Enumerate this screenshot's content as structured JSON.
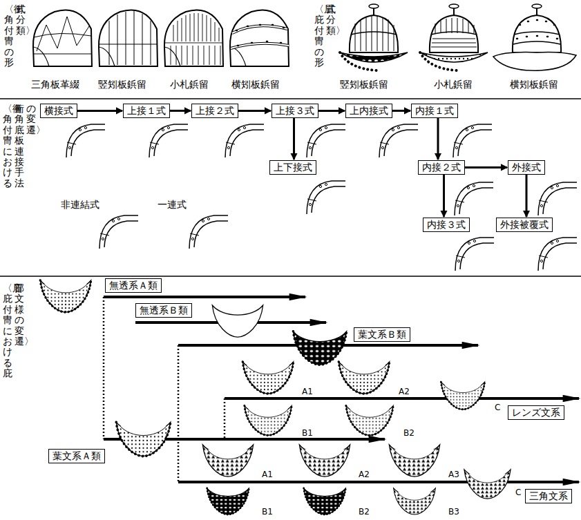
{
  "diagram": {
    "nodes": [
      {
        "text": [
          "横接式"
        ]
      },
      {
        "text": [
          "上接１式"
        ]
      },
      {
        "text": [
          "上接２式"
        ]
      },
      {
        "text": [
          "上接３式"
        ]
      },
      {
        "text": [
          "上内接式"
        ]
      },
      {
        "text": [
          "内接１式"
        ]
      },
      {
        "text": [
          "上下接式"
        ]
      },
      {
        "text": [
          "内接２式"
        ]
      },
      {
        "text": [
          "外接式"
        ]
      },
      {
        "text": [
          "内接３式"
        ]
      },
      {
        "text": [
          "外接被覆式"
        ]
      },
      {
        "text": [
          "無透系Ａ類"
        ]
      },
      {
        "text": [
          "無透系Ｂ類"
        ]
      },
      {
        "text": [
          "葉文系Ｂ類"
        ]
      },
      {
        "text": [
          "レンズ文系"
        ]
      },
      {
        "text": [
          "葉文系Ａ類"
        ]
      },
      {
        "text": [
          "三角文系"
        ]
      }
    ],
    "edges": [
      {
        "from": 0,
        "to": 1,
        "arrow": "to"
      },
      {
        "from": 1,
        "to": 2,
        "arrow": "to"
      },
      {
        "from": 2,
        "to": 3,
        "arrow": "to"
      },
      {
        "from": 3,
        "to": 4,
        "arrow": "to"
      },
      {
        "from": 4,
        "to": 5,
        "arrow": "to"
      },
      {
        "from": 3,
        "to": 6,
        "arrow": "to"
      },
      {
        "from": 5,
        "to": 7,
        "arrow": "to"
      },
      {
        "from": 7,
        "to": 8,
        "arrow": "to"
      },
      {
        "from": 7,
        "to": 9,
        "arrow": "to"
      },
      {
        "from": 8,
        "to": 10,
        "arrow": "to"
      }
    ],
    "labels": [
      "〈衝角付冑の形式分類〉",
      "三角板革綴",
      "竪矧板鋲留",
      "小札鋲留",
      "横矧板鋲留",
      "〈眉庇付冑の形式分類〉",
      "竪矧板鋲留",
      "小札鋲留",
      "横矧板鋲留",
      "〈衝角付冑における衝角底板連接手法の変遷〉",
      "非連結式",
      "一連式",
      "〈眉庇付冑における庇部文様の変遷〉",
      "A1",
      "A2",
      "C",
      "B1",
      "B2",
      "A1",
      "A2",
      "A3",
      "C",
      "B1",
      "B2",
      "B3"
    ]
  }
}
